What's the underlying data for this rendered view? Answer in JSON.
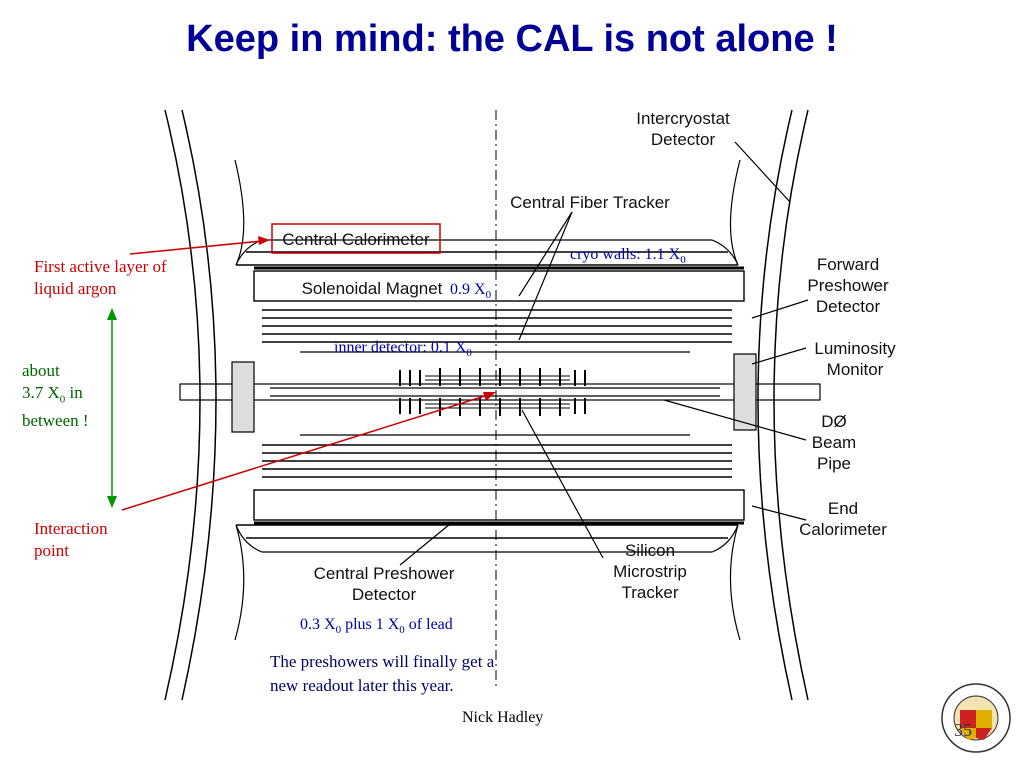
{
  "slide": {
    "title": "Keep in mind: the CAL is not alone !",
    "footer_author": "Nick Hadley",
    "page_number": "35"
  },
  "diagram_labels": {
    "intercryostat": "Intercryostat\nDetector",
    "fiber_tracker": "Central Fiber Tracker",
    "central_calorimeter": "Central Calorimeter",
    "solenoid": "Solenoidal Magnet",
    "forward_preshower": "Forward\nPreshower\nDetector",
    "luminosity": "Luminosity\nMonitor",
    "beam_pipe": "DØ\nBeam\nPipe",
    "end_calorimeter": "End\nCalorimeter",
    "silicon": "Silicon\nMicrostrip\nTracker",
    "central_preshower": "Central Preshower\nDetector"
  },
  "annotations": {
    "first_layer": "First active layer of\nliquid argon",
    "about": "about",
    "about_x": "3.7 X",
    "about_sub": "0",
    "about_tail": " in",
    "between": "between !",
    "interaction": "Interaction\npoint",
    "cryo_text": "cryo walls: 1.1 X",
    "cryo_sub": "0",
    "magnet_text": "0.9 X",
    "magnet_sub": "0",
    "inner_text": "inner detector: 0.1 X",
    "inner_sub": "0",
    "preshower_a": "0.3 X",
    "preshower_a_sub": "0",
    "preshower_b": " plus 1 X",
    "preshower_b_sub": "0",
    "preshower_c": " of lead",
    "readout_note": "The preshowers will finally get a\nnew readout later this year."
  }
}
